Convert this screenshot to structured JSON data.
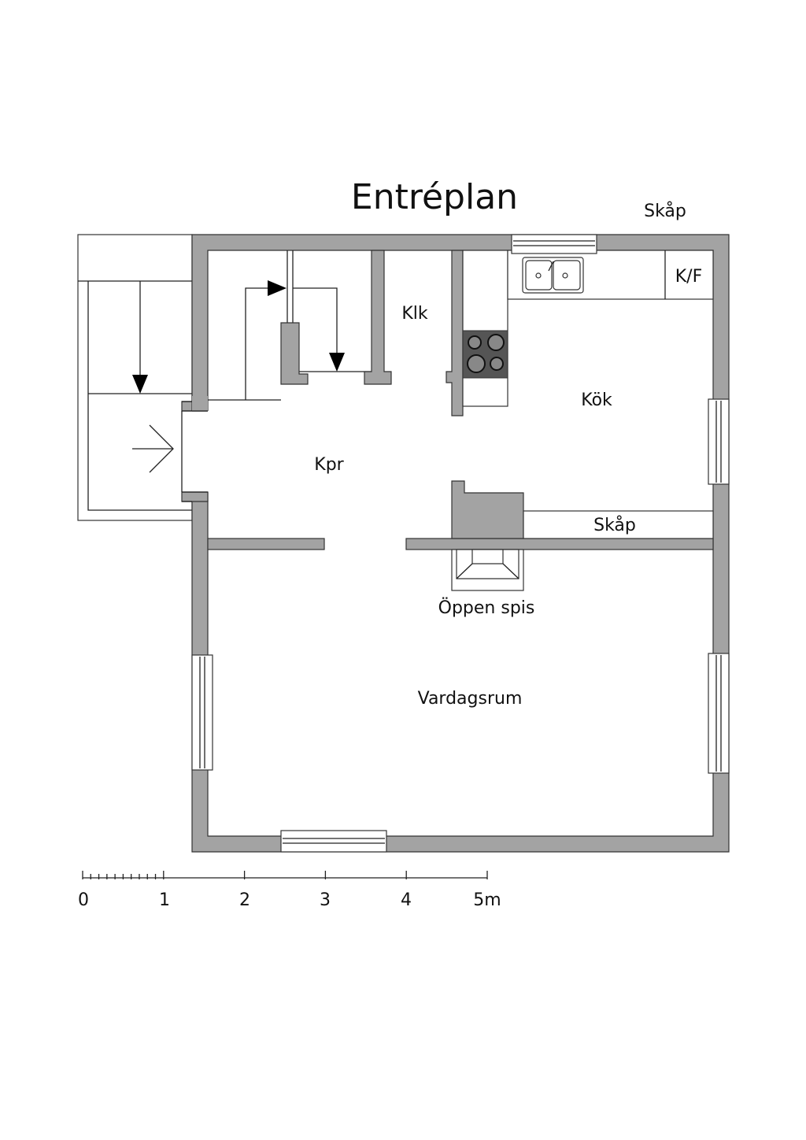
{
  "title": "Entréplan",
  "rooms": {
    "skap_top": "Skåp",
    "kf": "K/F",
    "klk": "Klk",
    "kok": "Kök",
    "kpr": "Kpr",
    "skap_mid": "Skåp",
    "oppen_spis": "Öppen spis",
    "vardagsrum": "Vardagsrum"
  },
  "scale_bar": {
    "labels": [
      "0",
      "1",
      "2",
      "3",
      "4",
      "5m"
    ]
  },
  "colors": {
    "wall": "#a3a3a3",
    "stove": "#555555"
  }
}
